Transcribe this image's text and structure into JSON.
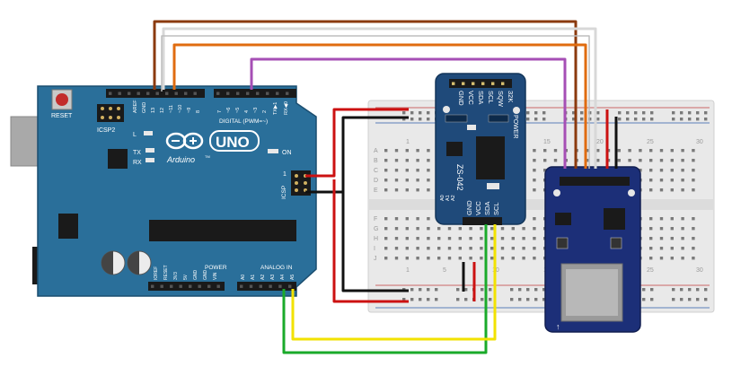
{
  "arduino": {
    "reset_label": "RESET",
    "icsp2_label": "ICSP2",
    "icsp_label": "ICSP",
    "icsp_pin1_label": "1",
    "brand_label": "Arduino",
    "tm_label": "TM",
    "model_label": "UNO",
    "led_l_label": "L",
    "led_tx_label": "TX",
    "led_rx_label": "RX",
    "on_label": "ON",
    "digital_label": "DIGITAL (PWM=~)",
    "power_label": "POWER",
    "analog_label": "ANALOG IN",
    "top_pin_labels": [
      "AREF",
      "GND",
      "13",
      "12",
      "~11",
      "~10",
      "~9",
      "8",
      "7",
      "~6",
      "~5",
      "4",
      "~3",
      "2",
      "TX▶1",
      "RX◀0"
    ],
    "power_pin_labels": [
      "IOREF",
      "RESET",
      "3V3",
      "5V",
      "GND",
      "GND",
      "VIN"
    ],
    "analog_pin_labels": [
      "A0",
      "A1",
      "A2",
      "A3",
      "A4",
      "A5"
    ]
  },
  "rtc_module": {
    "top_pins": [
      "32K",
      "SQW",
      "SCL",
      "SDA",
      "VCC",
      "GND"
    ],
    "bottom_pins": [
      "SCL",
      "SDA",
      "VCC",
      "GND"
    ],
    "power_label": "POWER",
    "model_label": "ZS-042",
    "addr_labels": [
      "A0",
      "A1",
      "A2"
    ]
  },
  "breadboard": {
    "col_numbers": [
      "1",
      "5",
      "10",
      "15",
      "20",
      "25",
      "30"
    ],
    "row_letters_top": [
      "A",
      "B",
      "C",
      "D",
      "E"
    ],
    "row_letters_bottom": [
      "F",
      "G",
      "H",
      "I",
      "J"
    ]
  },
  "sd_module": {
    "arrow_label": "↑"
  },
  "wire_colors": {
    "brown": "#8b3a0e",
    "white": "#d8d8d8",
    "orange": "#e06c10",
    "purple": "#a64fb5",
    "red": "#cc1111",
    "black": "#111111",
    "yellow": "#f2e200",
    "green": "#1aaa2a"
  },
  "board_colors": {
    "arduino": "#2a6f9a",
    "rtc": "#1f4a7a",
    "sd": "#1c2f78"
  }
}
